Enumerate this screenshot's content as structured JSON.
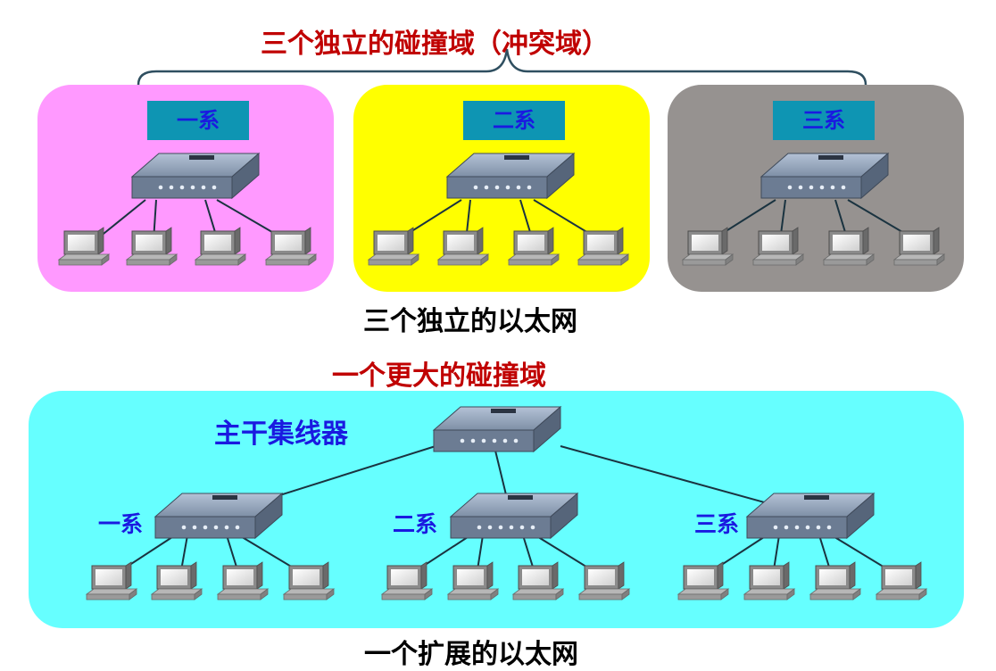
{
  "top_title": "三个独立的碰撞域（冲突域）",
  "top_panels": [
    {
      "label": "一系",
      "fill": "#ff99ff"
    },
    {
      "label": "二系",
      "fill": "#ffff00"
    },
    {
      "label": "三系",
      "fill": "#969290"
    }
  ],
  "top_caption": "三个独立的以太网",
  "bottom_title": "一个更大的碰撞域",
  "bottom_panel": {
    "fill": "#66ffff",
    "backbone_label": "主干集线器",
    "group_labels": [
      "一系",
      "二系",
      "三系"
    ]
  },
  "bottom_caption": "一个扩展的以太网",
  "colors": {
    "title_red": "#c00000",
    "label_blue": "#1a1ae0",
    "label_box": "#0e95b3",
    "hub": "#7e8fa6"
  }
}
